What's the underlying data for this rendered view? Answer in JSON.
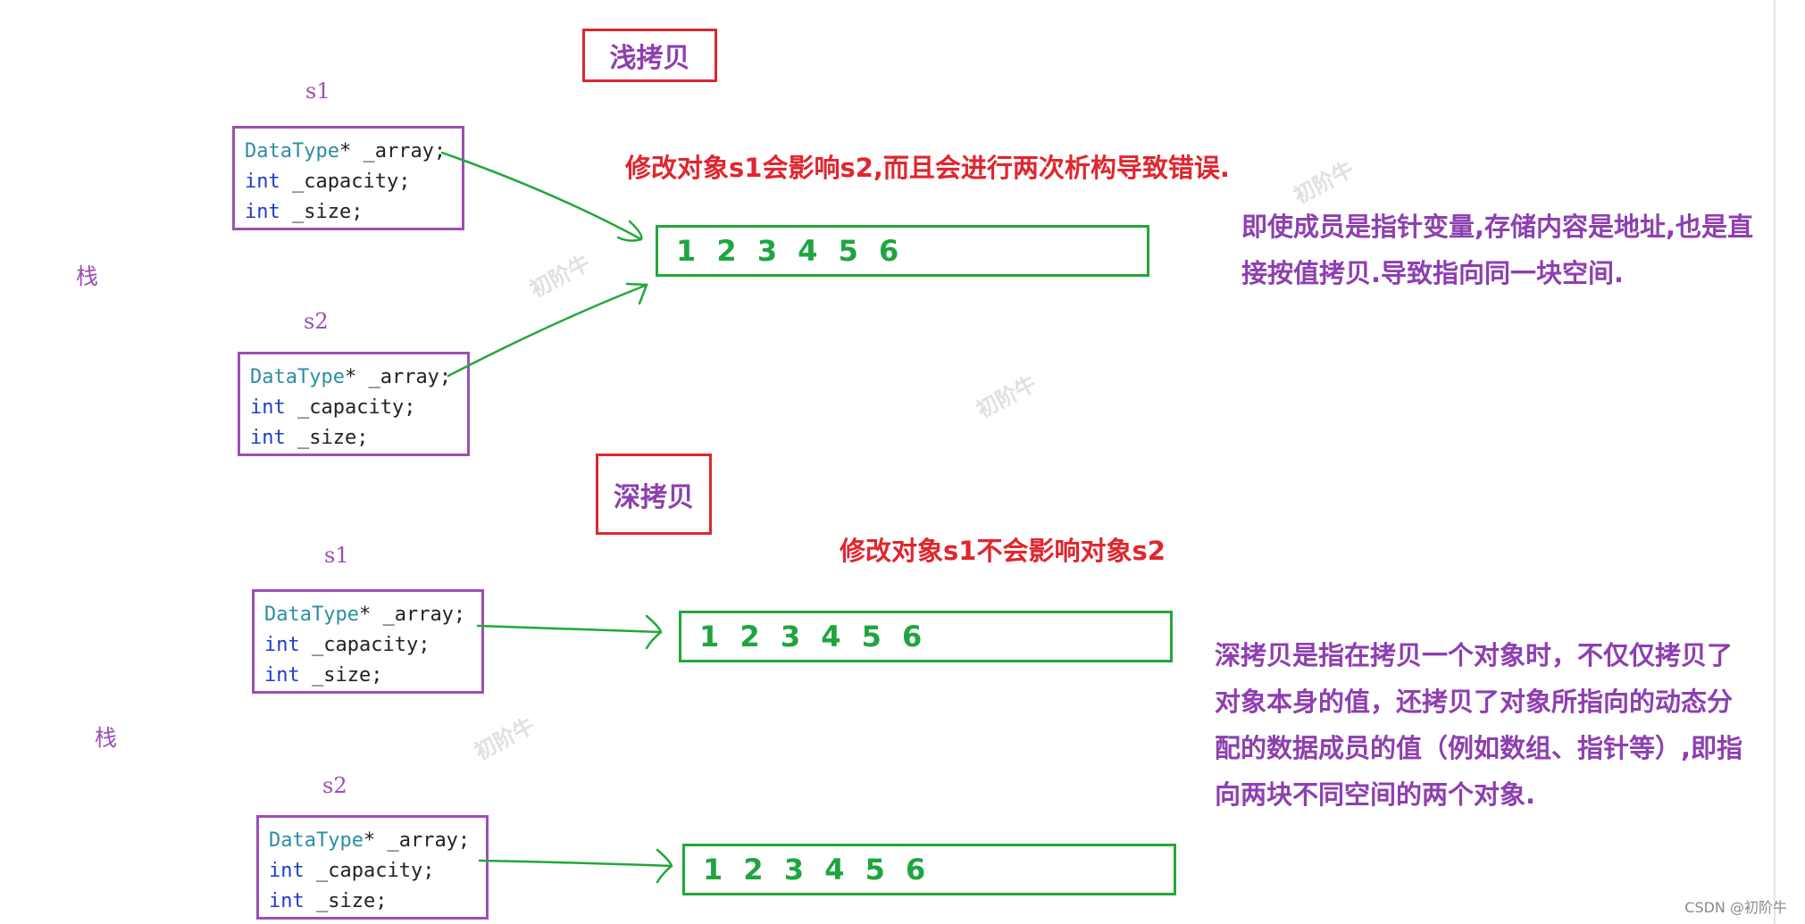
{
  "shallow": {
    "title": "浅拷贝",
    "note_red": "修改对象s1会影响s2,而且会进行两次析构导致错误.",
    "note_purple": "即使成员是指针变量,存储内容是地址,也是直接按值拷贝.导致指向同一块空间.",
    "stack_label": "栈",
    "s1_label": "s1",
    "s2_label": "s2",
    "array_content": "1 2 3 4 5 6"
  },
  "deep": {
    "title": "深拷贝",
    "note_red": "修改对象s1不会影响对象s2",
    "note_purple": "深拷贝是指在拷贝一个对象时，不仅仅拷贝了对象本身的值，还拷贝了对象所指向的动态分配的数据成员的值（例如数组、指针等）,即指向两块不同空间的两个对象.",
    "stack_label": "栈",
    "s1_label": "s1",
    "s2_label": "s2",
    "array1_content": "1 2 3 4 5 6",
    "array2_content": "1 2 3 4 5 6"
  },
  "struct": {
    "type_name": "DataType",
    "array_member": "* _array;",
    "kw_int": "int",
    "capacity_member": " _capacity;",
    "size_member": " _size;"
  },
  "watermark": "初阶牛",
  "footer": "CSDN @初阶牛",
  "colors": {
    "title_border": "#e0262e",
    "title_text": "#8e3fb0",
    "struct_border": "#9b4fb6",
    "array_border": "#22a83a",
    "array_text": "#1fa540",
    "arrow": "#22a83a",
    "red_note": "#e0262e",
    "purple_note": "#8e3fb0"
  }
}
